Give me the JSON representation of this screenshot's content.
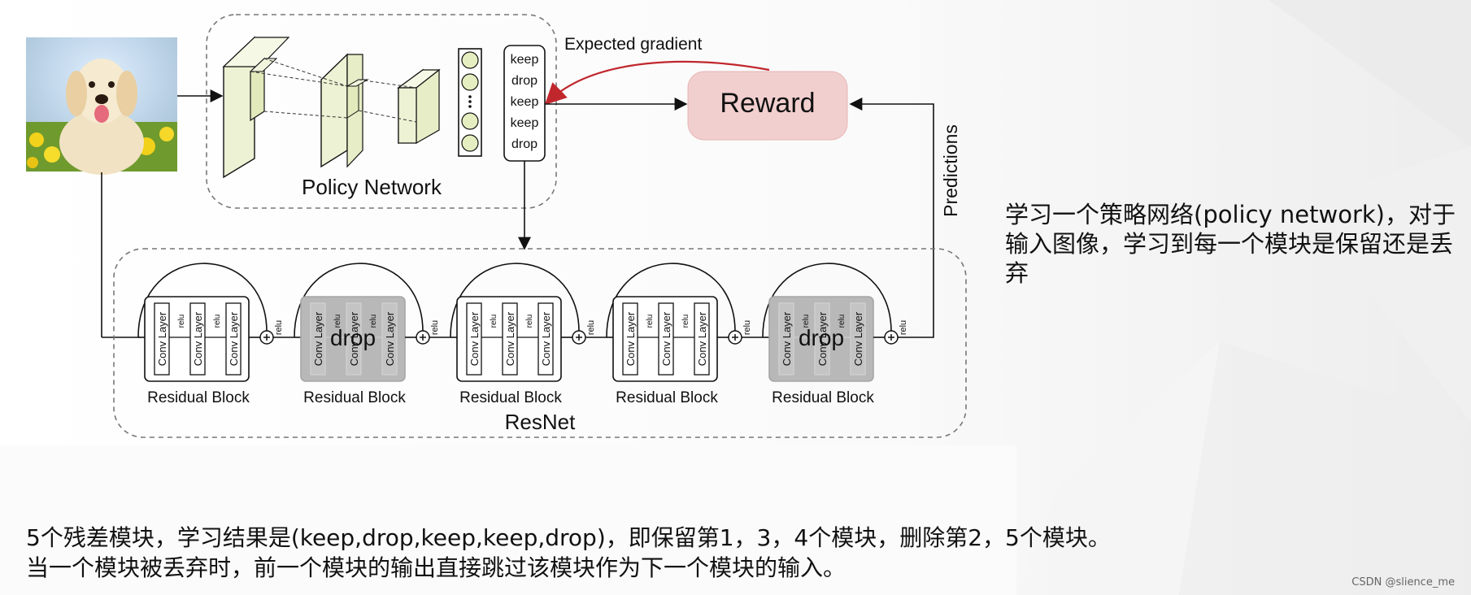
{
  "diagram": {
    "policy_network_label": "Policy Network",
    "reward_label": "Reward",
    "expected_gradient_label": "Expected gradient",
    "predictions_label": "Predictions",
    "resnet_label": "ResNet",
    "decisions": [
      "keep",
      "drop",
      "keep",
      "keep",
      "drop"
    ],
    "blocks": [
      {
        "label": "Residual Block",
        "status": "keep",
        "layers": [
          "Conv Layer",
          "relu",
          "Conv Layer",
          "relu",
          "Conv Layer"
        ],
        "relu": "relu"
      },
      {
        "label": "Residual Block",
        "status": "drop",
        "drop_text": "drop",
        "layers": [
          "Conv Layer",
          "relu",
          "Conv Layer",
          "relu",
          "Conv Layer"
        ],
        "relu": "relu"
      },
      {
        "label": "Residual Block",
        "status": "keep",
        "layers": [
          "Conv Layer",
          "relu",
          "Conv Layer",
          "relu",
          "Conv Layer"
        ],
        "relu": "relu"
      },
      {
        "label": "Residual Block",
        "status": "keep",
        "layers": [
          "Conv Layer",
          "relu",
          "Conv Layer",
          "relu",
          "Conv Layer"
        ],
        "relu": "relu"
      },
      {
        "label": "Residual Block",
        "status": "drop",
        "drop_text": "drop",
        "layers": [
          "Conv Layer",
          "relu",
          "Conv Layer",
          "relu",
          "Conv Layer"
        ],
        "relu": "relu"
      }
    ],
    "colors": {
      "reward_fill": "#f2cfcf",
      "gradient_arrow": "#c0272d",
      "cube_fill": "#eef2d4",
      "drop_fill": "#b8b8b8",
      "node_fill": "#e5eec0"
    }
  },
  "notes": {
    "side": "学习一个策略网络(policy network)，对于输入图像，学习到每一个模块是保留还是丢弃",
    "bottom_line1": "5个残差模块，学习结果是(keep,drop,keep,keep,drop)，即保留第1，3，4个模块，删除第2，5个模块。",
    "bottom_line2": "当一个模块被丢弃时，前一个模块的输出直接跳过该模块作为下一个模块的输入。"
  },
  "watermark": "CSDN @slience_me"
}
